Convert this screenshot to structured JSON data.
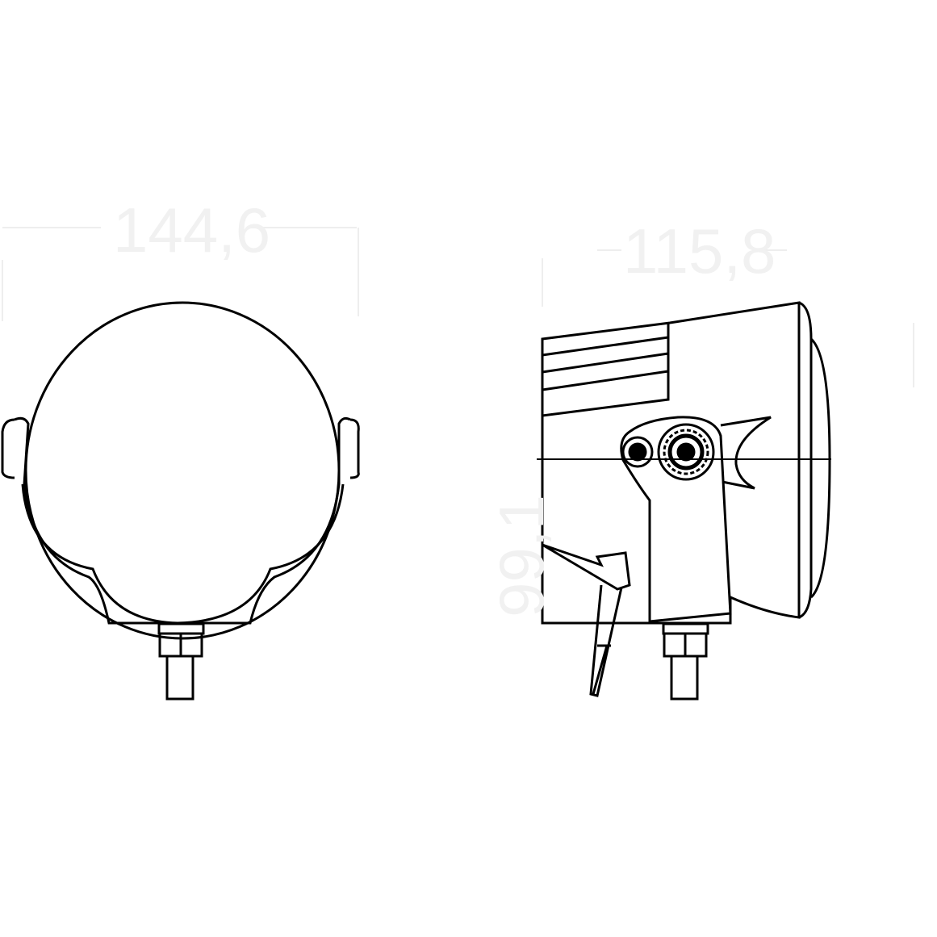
{
  "dimensions": {
    "front_width": "144,6",
    "side_depth": "115,8",
    "side_height": "99,1"
  },
  "colors": {
    "line": "#000000",
    "dimension": "#eeeeee",
    "background": "#ffffff"
  }
}
